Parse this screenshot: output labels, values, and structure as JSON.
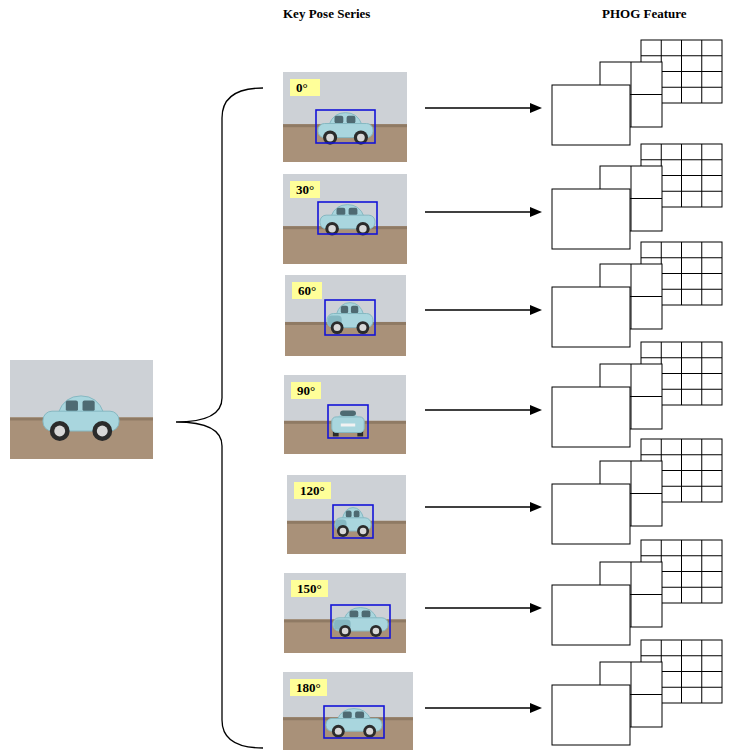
{
  "diagram": {
    "nodes": [
      {
        "text": [
          "0°"
        ]
      },
      {
        "text": [
          "30°"
        ]
      },
      {
        "text": [
          "60°"
        ]
      },
      {
        "text": [
          "90°"
        ]
      },
      {
        "text": [
          "120°"
        ]
      },
      {
        "text": [
          "150°"
        ]
      },
      {
        "text": [
          "180°"
        ]
      }
    ],
    "labels": [
      "Key Pose Series",
      "PHOG Feature"
    ]
  }
}
